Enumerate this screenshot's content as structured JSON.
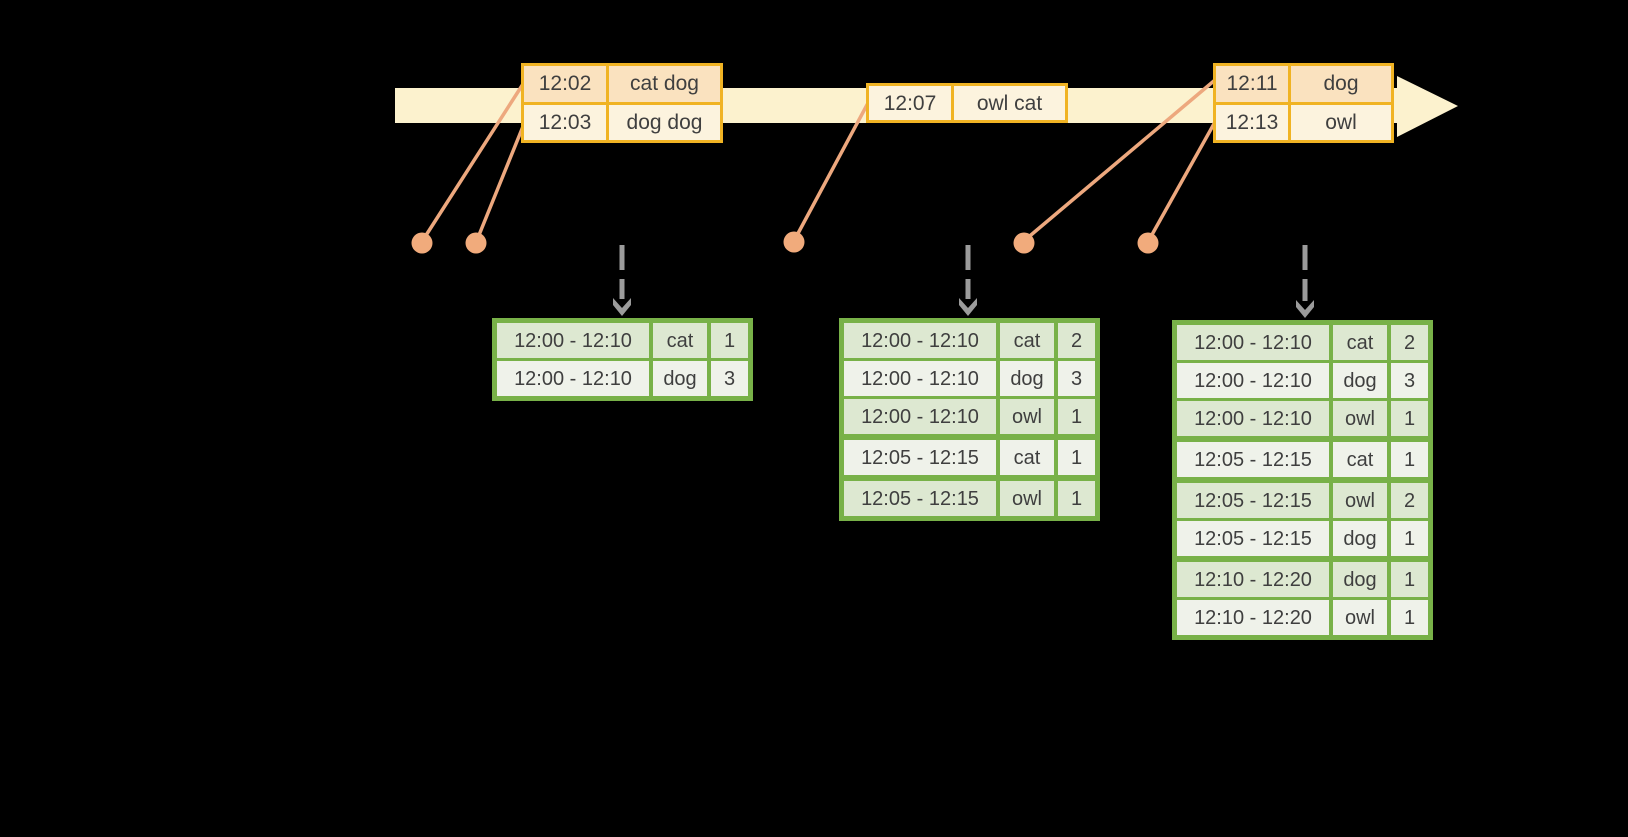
{
  "colors": {
    "background": "#000000",
    "timeline_fill": "#FCF2CE",
    "event_table_border": "#F0B323",
    "event_row_dark": "#FAE2BF",
    "event_row_light": "#FCF3DE",
    "connector_orange": "#EDA87E",
    "dot_orange": "#F1AB7C",
    "result_table_border": "#78B148",
    "result_row_dark": "#DDE8D1",
    "result_row_light": "#EFF2EA",
    "trigger_arrow_gray": "#9B9B9B",
    "text": "#3F3F3F"
  },
  "event_tables": [
    {
      "rows": [
        {
          "time": "12:02",
          "words": "cat dog"
        },
        {
          "time": "12:03",
          "words": "dog dog"
        }
      ]
    },
    {
      "rows": [
        {
          "time": "12:07",
          "words": "owl cat"
        }
      ]
    },
    {
      "rows": [
        {
          "time": "12:11",
          "words": "dog"
        },
        {
          "time": "12:13",
          "words": "owl"
        }
      ]
    }
  ],
  "result_tables": [
    {
      "groups": [
        {
          "rows": [
            {
              "window": "12:00 - 12:10",
              "word": "cat",
              "count": "1"
            },
            {
              "window": "12:00 - 12:10",
              "word": "dog",
              "count": "3"
            }
          ]
        }
      ]
    },
    {
      "groups": [
        {
          "rows": [
            {
              "window": "12:00 - 12:10",
              "word": "cat",
              "count": "2"
            },
            {
              "window": "12:00 - 12:10",
              "word": "dog",
              "count": "3"
            },
            {
              "window": "12:00 - 12:10",
              "word": "owl",
              "count": "1"
            }
          ]
        },
        {
          "rows": [
            {
              "window": "12:05 - 12:15",
              "word": "cat",
              "count": "1"
            }
          ]
        },
        {
          "rows": [
            {
              "window": "12:05 - 12:15",
              "word": "owl",
              "count": "1"
            }
          ]
        }
      ]
    },
    {
      "groups": [
        {
          "rows": [
            {
              "window": "12:00 - 12:10",
              "word": "cat",
              "count": "2"
            },
            {
              "window": "12:00 - 12:10",
              "word": "dog",
              "count": "3"
            },
            {
              "window": "12:00 - 12:10",
              "word": "owl",
              "count": "1"
            }
          ]
        },
        {
          "rows": [
            {
              "window": "12:05 - 12:15",
              "word": "cat",
              "count": "1"
            }
          ]
        },
        {
          "rows": [
            {
              "window": "12:05 - 12:15",
              "word": "owl",
              "count": "2"
            },
            {
              "window": "12:05 - 12:15",
              "word": "dog",
              "count": "1"
            }
          ]
        },
        {
          "rows": [
            {
              "window": "12:10 - 12:20",
              "word": "dog",
              "count": "1"
            },
            {
              "window": "12:10 - 12:20",
              "word": "owl",
              "count": "1"
            }
          ]
        }
      ]
    }
  ]
}
